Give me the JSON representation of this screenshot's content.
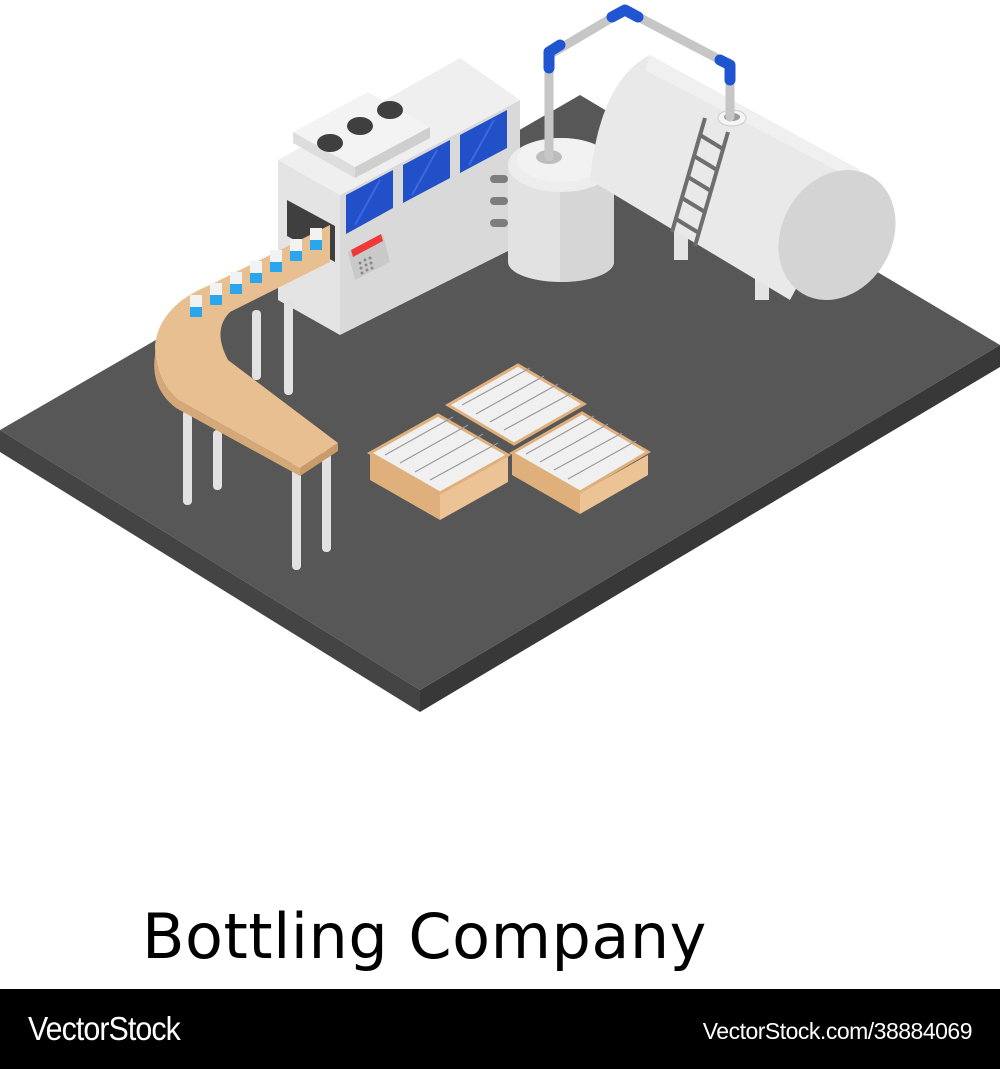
{
  "illustration": {
    "title": "Bottling Company",
    "description": "Isometric bottling factory: filling machine with blue windows and keypad, curved conveyor belt with milk cartons, mixing tank, horizontal storage tank with ladder, and crates of bottles on a dark gray platform",
    "colors": {
      "floor_top": "#575757",
      "floor_side_left": "#454545",
      "floor_side_right": "#3a3a3a",
      "machine_light": "#ececec",
      "machine_mid": "#dcdcdc",
      "window_blue": "#2150c8",
      "pipe_blue": "#1f55d0",
      "conveyor": "#e8bf90",
      "crate": "#e7bb8a",
      "display_red": "#f03a3a",
      "carton_blue": "#2aa6ee"
    }
  },
  "footer": {
    "brand": "VectorStock",
    "reference": "VectorStock.com/38884069"
  }
}
